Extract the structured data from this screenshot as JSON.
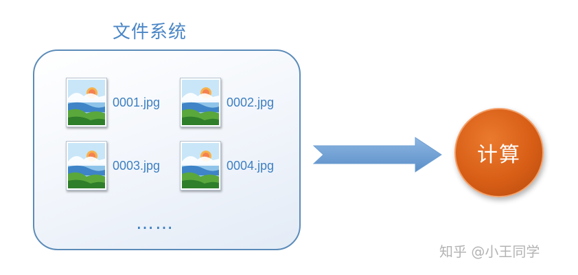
{
  "filesystem": {
    "title": "文件系统",
    "files": [
      {
        "name": "0001.jpg"
      },
      {
        "name": "0002.jpg"
      },
      {
        "name": "0003.jpg"
      },
      {
        "name": "0004.jpg"
      }
    ],
    "more": "……"
  },
  "compute": {
    "label": "计算"
  },
  "watermark": "知乎 @小王同学",
  "colors": {
    "accent": "#4a86c6",
    "box_border": "#5b8bb8",
    "arrow": "#6f9fd2",
    "node": "#d85e16"
  }
}
